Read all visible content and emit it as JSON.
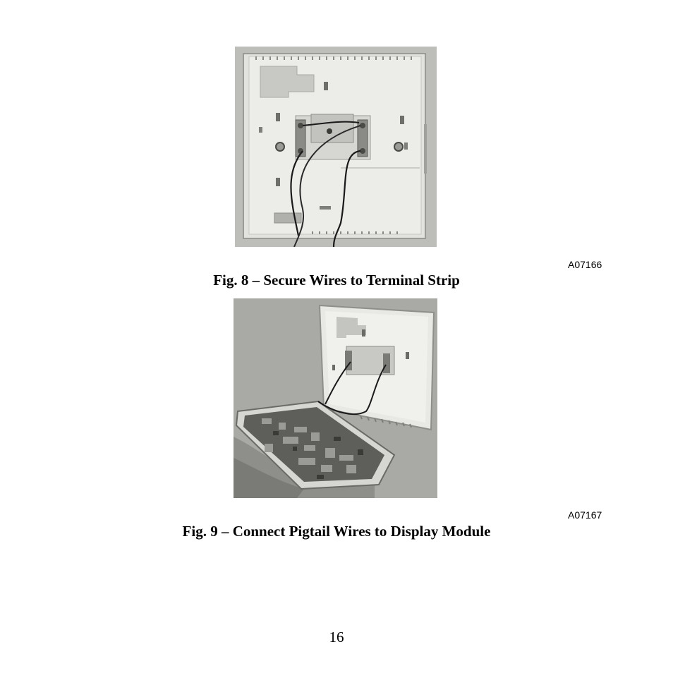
{
  "figures": [
    {
      "image_code": "A07166",
      "caption": "Fig. 8 –  Secure Wires to Terminal Strip"
    },
    {
      "image_code": "A07167",
      "caption": "Fig. 9 –  Connect Pigtail Wires to Display Module"
    }
  ],
  "page": {
    "number": "16"
  }
}
